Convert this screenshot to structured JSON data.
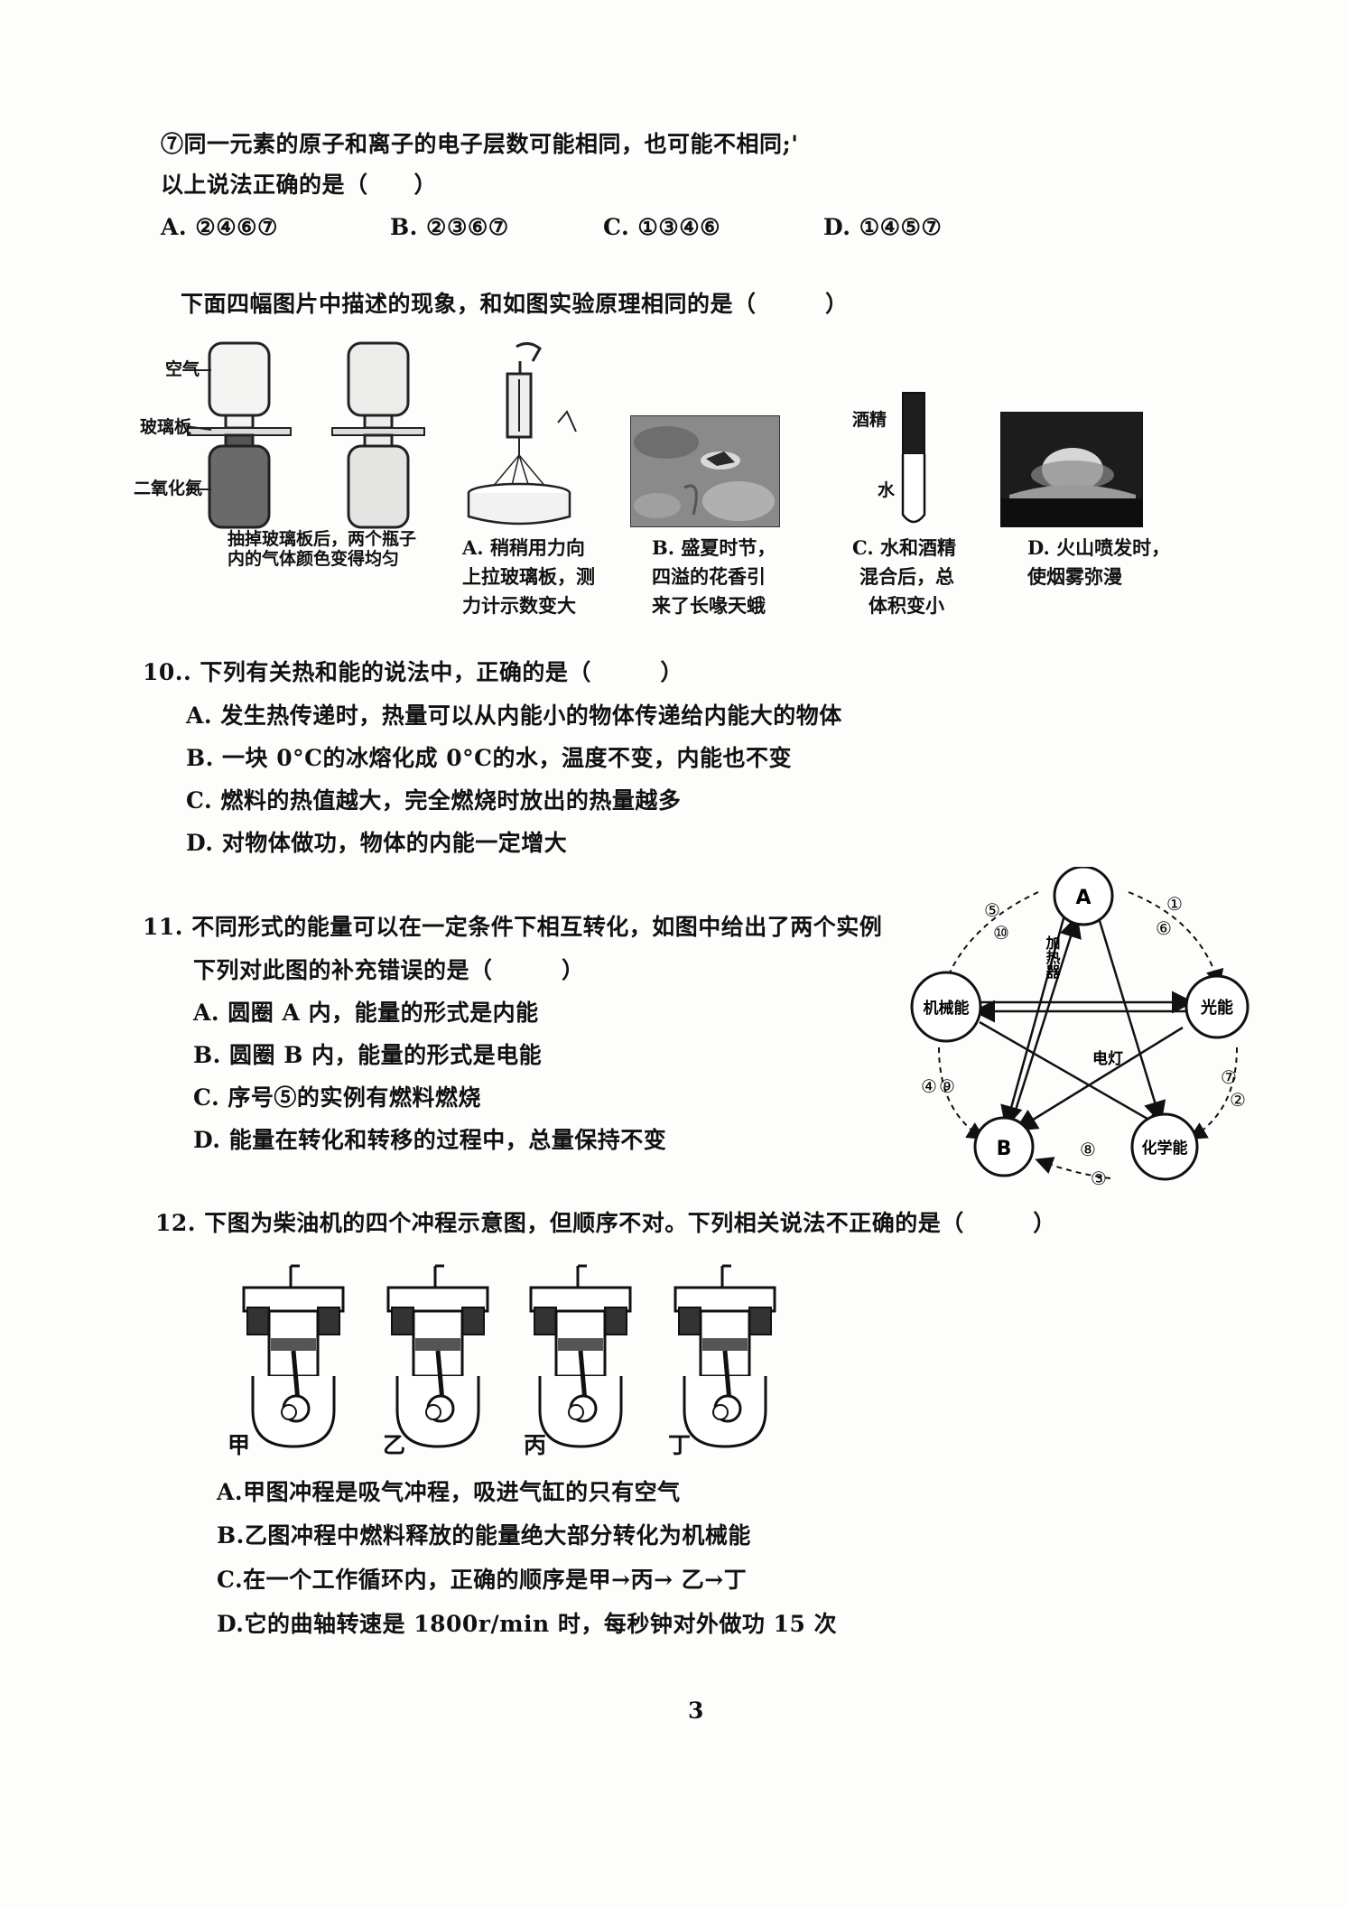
{
  "q8": {
    "stmt7": "⑦同一元素的原子和离子的电子层数可能相同，也可能不相同;'",
    "prompt": "以上说法正确的是（　　）",
    "options": [
      "A. ②④⑥⑦",
      "B. ②③⑥⑦",
      "C. ①③④⑥",
      "D. ①④⑤⑦"
    ]
  },
  "q9": {
    "prompt": "下面四幅图片中描述的现象，和如图实验原理相同的是（　　　）",
    "labels": {
      "air": "空气",
      "glass": "玻璃板",
      "no2": "二氧化氮"
    },
    "caption": [
      "抽掉玻璃板后，两个瓶子",
      "内的气体颜色变得均匀"
    ],
    "tube_labels": {
      "alcohol": "酒精",
      "water": "水"
    },
    "optA": [
      "A. 稍稍用力向",
      "上拉玻璃板，测",
      "力计示数变大"
    ],
    "optB": [
      "B. 盛夏时节，",
      "四溢的花香引",
      "来了长喙天蛾"
    ],
    "optC": [
      "C. 水和酒精",
      "混合后，总",
      "体积变小"
    ],
    "optD": [
      "D. 火山喷发时，",
      "使烟雾弥漫"
    ]
  },
  "q10": {
    "prompt": "10.. 下列有关热和能的说法中，正确的是（　　　）",
    "options": [
      "A. 发生热传递时，热量可以从内能小的物体传递给内能大的物体",
      "B. 一块 0°C的冰熔化成 0°C的水，温度不变，内能也不变",
      "C. 燃料的热值越大，完全燃烧时放出的热量越多",
      "D. 对物体做功，物体的内能一定增大"
    ]
  },
  "q11": {
    "line1": "11.  不同形式的能量可以在一定条件下相互转化，如图中给出了两个实例",
    "line2": "下列对此图的补充错误的是（　　　）",
    "options": [
      "A. 圆圈 A 内，能量的形式是内能",
      "B. 圆圈 B 内，能量的形式是电能",
      "C. 序号⑤的实例有燃料燃烧",
      "D. 能量在转化和转移的过程中，总量保持不变"
    ],
    "diagram": {
      "nodeA": "A",
      "nodeB": "B",
      "mech": "机械能",
      "light": "光能",
      "chem": "化学能",
      "heater": "加热器",
      "lamp": "电灯",
      "n5": "⑤",
      "n10": "⑩",
      "n1": "①",
      "n6": "⑥",
      "n4": "④",
      "n9": "⑨",
      "n7": "⑦",
      "n2": "②",
      "n8": "⑧",
      "n3": "③"
    }
  },
  "q12": {
    "prompt": "12.  下图为柴油机的四个冲程示意图，但顺序不对。下列相关说法不正确的是（　　　）",
    "labels": [
      "甲",
      "乙",
      "丙",
      "丁"
    ],
    "options": [
      "A.甲图冲程是吸气冲程，吸进气缸的只有空气",
      "B.乙图冲程中燃料释放的能量绝大部分转化为机械能",
      "C.在一个工作循环内，正确的顺序是甲→丙→ 乙→丁",
      "D.它的曲轴转速是 1800r/min 时，每秒钟对外做功 15 次"
    ]
  },
  "page_number": "3"
}
